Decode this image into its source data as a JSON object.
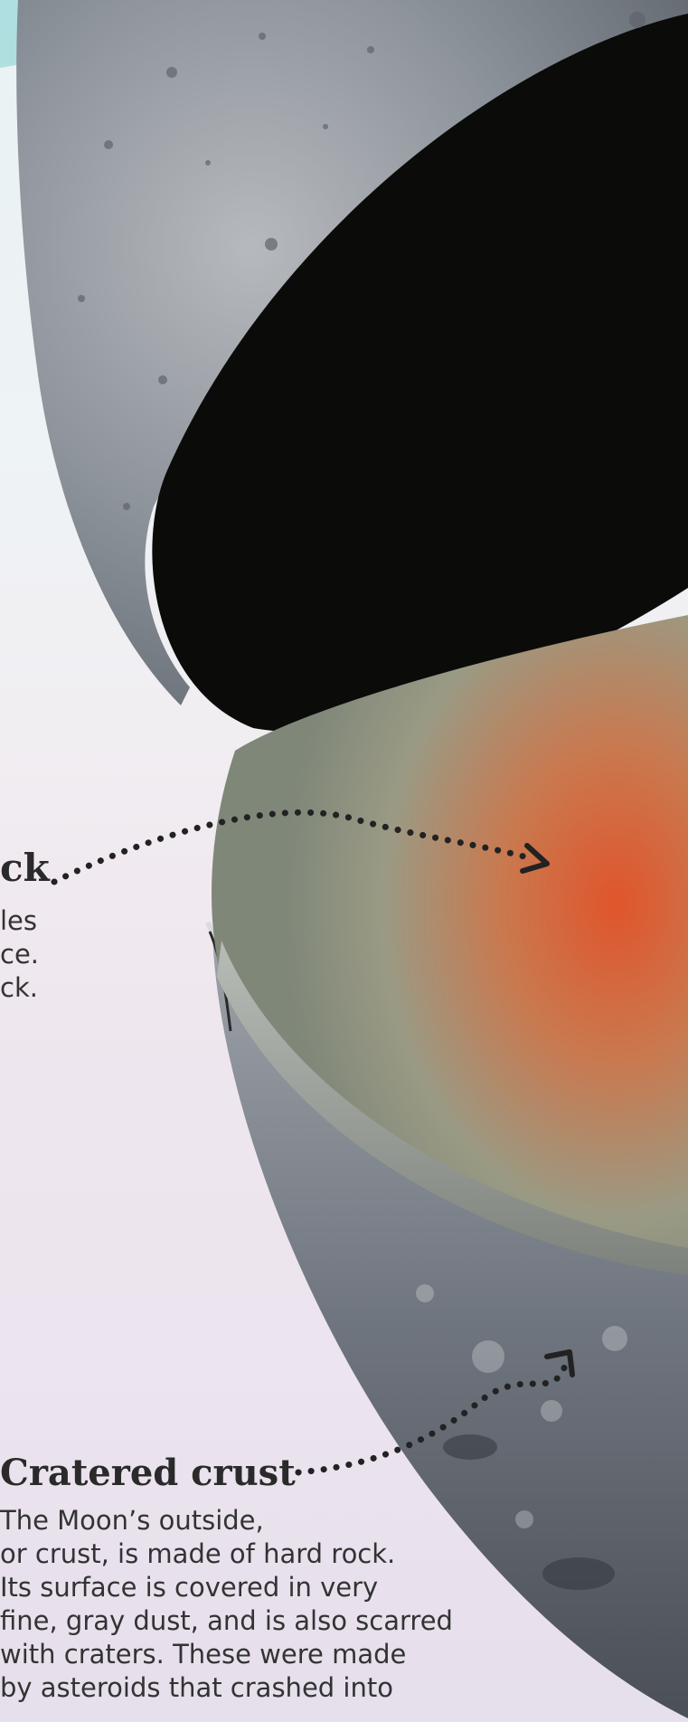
{
  "labels": {
    "rock": {
      "title": "ck",
      "lines": [
        "les",
        "ce.",
        "ck."
      ]
    },
    "crust": {
      "title": "Cratered crust",
      "lines": [
        "The Moon’s outside,",
        "or crust, is made of hard rock.",
        "Its surface is covered in very",
        "fine, gray dust, and is also scarred",
        "with craters. These were made",
        "by asteroids that crashed into"
      ]
    }
  },
  "colors": {
    "background_top": "#e9f2f4",
    "background_bottom": "#e6dfec",
    "moon_surface": "#8e949c",
    "interior_dark": "#0b0c0a",
    "mantle_hot": "#d0603a",
    "mantle_gray": "#8f9486",
    "arrow_dots": "#222222"
  },
  "icons": [
    "dotted-arrow-icon",
    "arrowhead-icon"
  ]
}
